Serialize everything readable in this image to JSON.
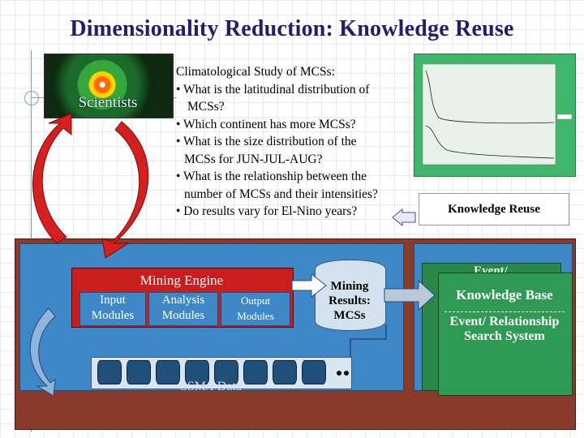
{
  "title": "Dimensionality Reduction: Knowledge Reuse",
  "scientists_label": "Scientists",
  "questions": {
    "heading": "Climatological Study of MCSs:",
    "items": [
      "• What is the latitudinal distribution of",
      "MCSs?",
      "• Which continent has more MCSs?",
      "• What is the size distribution of the",
      "MCSs for JUN-JUL-AUG?",
      "• What is the relationship between the",
      "number of MCSs and their intensities?",
      "• Do results vary for El-Nino years?"
    ]
  },
  "knowledge_reuse_label": "Knowledge Reuse",
  "mining_engine": {
    "title": "Mining Engine",
    "input_modules": "Input Modules",
    "analysis_modules": "Analysis Modules",
    "output_modules": "Output Modules"
  },
  "ssmi_label": "SSM/I Data",
  "mining_results": "Mining Results: MCSs",
  "knowledge_base": {
    "back_label": "Event/",
    "title": "Knowledge Base",
    "search_system": "Event/ Relationship Search System"
  },
  "colors": {
    "title": "#2a1a6e",
    "panel": "#8a3a2a",
    "blue": "#3e88c8",
    "engine_red": "#c81e1e",
    "kb_green": "#2e9a54"
  }
}
